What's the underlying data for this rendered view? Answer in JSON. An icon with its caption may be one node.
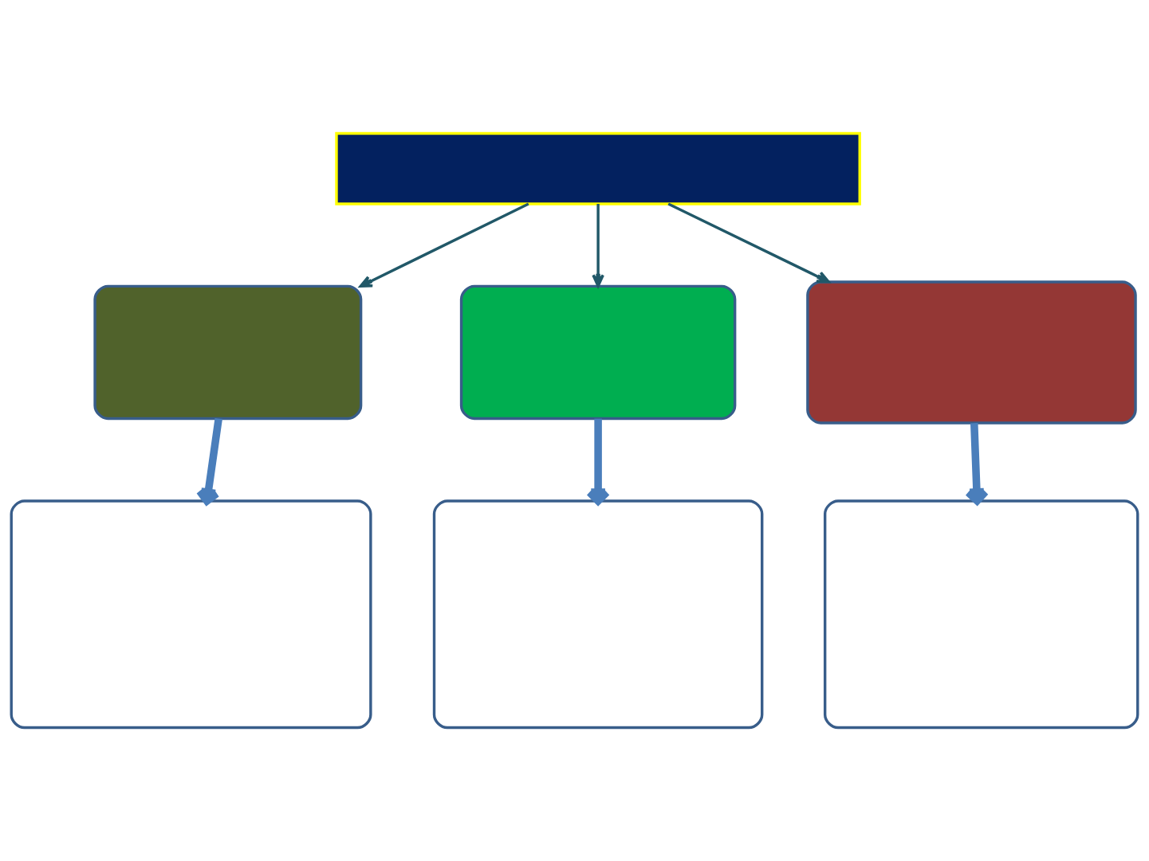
{
  "diagram": {
    "nodes": [
      {
        "text": [],
        "shape": "box"
      },
      {
        "text": [],
        "shape": "box"
      },
      {
        "text": [],
        "shape": "box"
      },
      {
        "text": [],
        "shape": "box"
      },
      {
        "text": [],
        "shape": "box"
      },
      {
        "text": [],
        "shape": "box"
      },
      {
        "text": [],
        "shape": "box"
      }
    ],
    "edges": [
      {
        "from": 0,
        "to": 1,
        "arrow": "to"
      },
      {
        "from": 0,
        "to": 2,
        "arrow": "to"
      },
      {
        "from": 0,
        "to": 3,
        "arrow": "to"
      },
      {
        "from": 1,
        "to": 4,
        "arrow": "to",
        "style": "thick",
        "color": "#4a7ebb"
      },
      {
        "from": 2,
        "to": 5,
        "arrow": "to",
        "style": "thick",
        "color": "#4a7ebb"
      },
      {
        "from": 3,
        "to": 6,
        "arrow": "to",
        "style": "thick",
        "color": "#4a7ebb"
      }
    ]
  }
}
